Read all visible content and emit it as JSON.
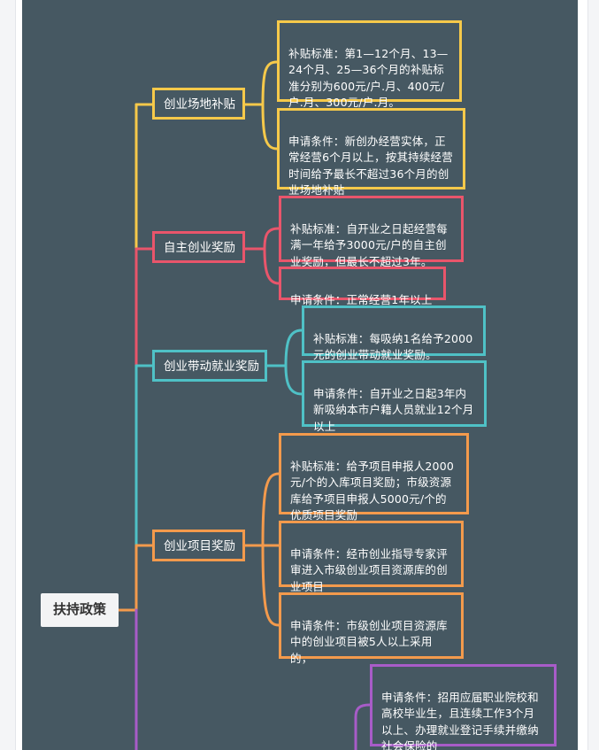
{
  "root": {
    "label": "扶持政策"
  },
  "branches": [
    {
      "label": "创业场地补贴",
      "color": "#f6c94a",
      "leaves": [
        "补贴标准：第1—12个月、13—24个月、25—36个月的补贴标准分别为600元/户.月、400元/户.月、300元/户.月。",
        "申请条件：新创办经营实体，正常经营6个月以上，按其持续经营时间给予最长不超过36个月的创业场地补贴"
      ]
    },
    {
      "label": "自主创业奖励",
      "color": "#e9556b",
      "leaves": [
        "补贴标准：自开业之日起经营每满一年给予3000元/户的自主创业奖励，但最长不超过3年。",
        "申请条件：正常经营1年以上"
      ]
    },
    {
      "label": "创业带动就业奖励",
      "color": "#4fc1c6",
      "leaves": [
        "补贴标准：每吸纳1名给予2000元的创业带动就业奖励。",
        "申请条件：自开业之日起3年内新吸纳本市户籍人员就业12个月以上"
      ]
    },
    {
      "label": "创业项目奖励",
      "color": "#f39a4c",
      "leaves": [
        "补贴标准：给予项目申报人2000元/个的入库项目奖励；市级资源库给予项目申报人5000元/个的优质项目奖励",
        "申请条件：经市创业指导专家评审进入市级创业项目资源库的创业项目",
        "申请条件：市级创业项目资源库中的创业项目被5人以上采用的，"
      ]
    },
    {
      "label": "",
      "color": "#a85cc8",
      "leaves": [
        "申请条件：招用应届职业院校和高校毕业生，且连续工作3个月以上、办理就业登记手续并缴纳社会保险的"
      ]
    }
  ]
}
